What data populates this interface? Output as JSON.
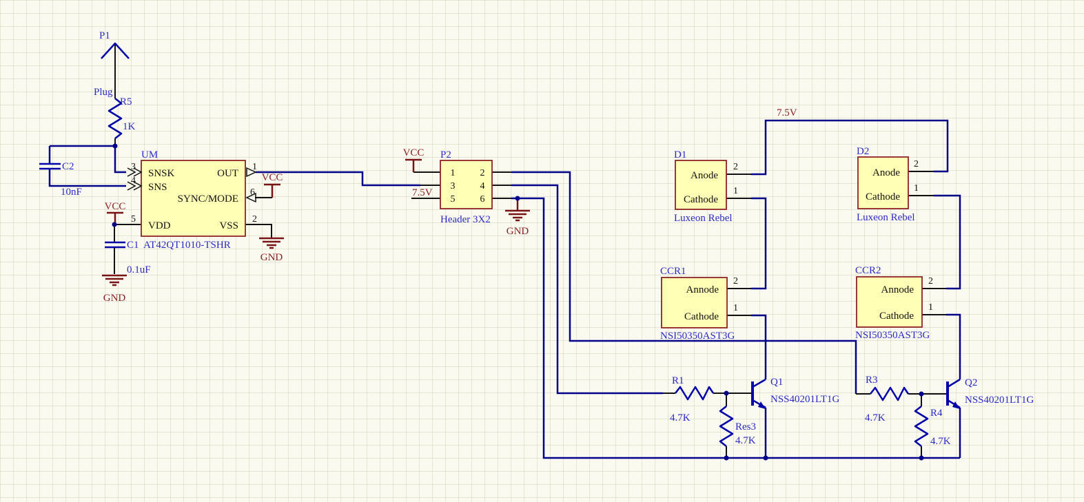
{
  "colors": {
    "background": "#FBFAF1",
    "wire": "#00008B",
    "symbol_blue": "#0202A8",
    "designator_blue": "#2A2AC4",
    "power_maroon": "#8B1E1E",
    "part_fill": "#FFFFB5",
    "part_border": "#8E2323"
  },
  "power": {
    "vcc": "VCC",
    "gnd": "GND"
  },
  "net_labels": {
    "v75": "7.5V"
  },
  "components": {
    "P1": {
      "ref": "P1",
      "comment": "Plug"
    },
    "R5": {
      "ref": "R5",
      "value": "1K"
    },
    "C2": {
      "ref": "C2",
      "value": "10nF"
    },
    "C1": {
      "ref": "C1",
      "value": "0.1uF"
    },
    "UM": {
      "ref": "UM",
      "part": "AT42QT1010-TSHR",
      "pins": {
        "snsk": {
          "num": "3",
          "name": "SNSK"
        },
        "sns": {
          "num": "4",
          "name": "SNS"
        },
        "sync_mode": {
          "num": "6",
          "name": "SYNC/MODE"
        },
        "vdd": {
          "num": "5",
          "name": "VDD"
        },
        "vss": {
          "num": "2",
          "name": "VSS"
        },
        "out": {
          "num": "1",
          "name": "OUT"
        }
      }
    },
    "P2": {
      "ref": "P2",
      "part": "Header 3X2",
      "pins": [
        "1",
        "2",
        "3",
        "4",
        "5",
        "6"
      ]
    },
    "D1": {
      "ref": "D1",
      "part": "Luxeon Rebel",
      "pins": {
        "anode": {
          "num": "2",
          "name": "Anode"
        },
        "cathode": {
          "num": "1",
          "name": "Cathode"
        }
      }
    },
    "D2": {
      "ref": "D2",
      "part": "Luxeon Rebel",
      "pins": {
        "anode": {
          "num": "2",
          "name": "Anode"
        },
        "cathode": {
          "num": "1",
          "name": "Cathode"
        }
      }
    },
    "CCR1": {
      "ref": "CCR1",
      "part": "NSI50350AST3G",
      "pins": {
        "anode": {
          "num": "2",
          "name": "Annode"
        },
        "cathode": {
          "num": "1",
          "name": "Cathode"
        }
      }
    },
    "CCR2": {
      "ref": "CCR2",
      "part": "NSI50350AST3G",
      "pins": {
        "anode": {
          "num": "2",
          "name": "Annode"
        },
        "cathode": {
          "num": "1",
          "name": "Cathode"
        }
      }
    },
    "R1": {
      "ref": "R1",
      "value": "4.7K"
    },
    "R3": {
      "ref": "R3",
      "value": "4.7K"
    },
    "R4": {
      "ref": "R4",
      "value": "4.7K"
    },
    "RES3": {
      "ref": "Res3",
      "value": "4.7K"
    },
    "Q1": {
      "ref": "Q1",
      "part": "NSS40201LT1G"
    },
    "Q2": {
      "ref": "Q2",
      "part": "NSS40201LT1G"
    }
  }
}
